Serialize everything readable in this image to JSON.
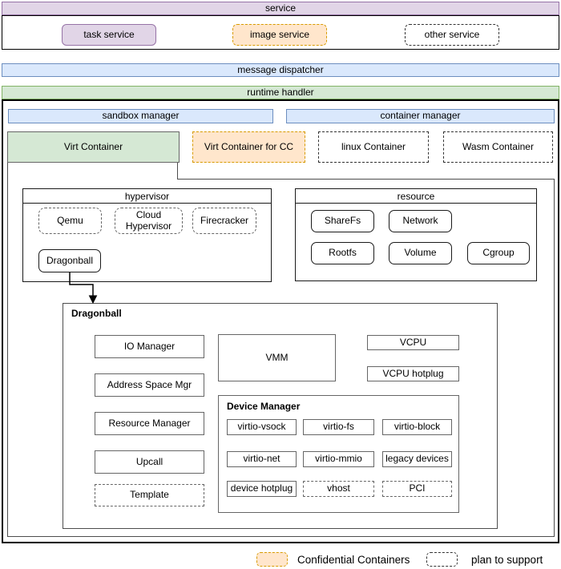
{
  "colors": {
    "purple_fill": "#E1D5E7",
    "purple_stroke": "#9673A6",
    "blue_fill": "#DAE8FC",
    "blue_stroke": "#6C8EBF",
    "green_fill": "#D5E8D4",
    "green_stroke": "#82B366",
    "orange_fill": "#FFE6CC",
    "orange_stroke": "#D79B00"
  },
  "service": {
    "title": "service",
    "task_service": "task service",
    "image_service": "image service",
    "other_service": "other service"
  },
  "message_dispatcher": {
    "label": "message dispatcher"
  },
  "runtime_handler": {
    "title": "runtime handler",
    "sandbox_manager": "sandbox manager",
    "container_manager": "container manager",
    "virt_container": "Virt Container",
    "virt_container_cc": "Virt Container for CC",
    "linux_container": "linux Container",
    "wasm_container": "Wasm Container"
  },
  "hypervisor": {
    "title": "hypervisor",
    "qemu": "Qemu",
    "cloud_hypervisor": "Cloud Hypervisor",
    "firecracker": "Firecracker",
    "dragonball": "Dragonball"
  },
  "resource": {
    "title": "resource",
    "sharefs": "ShareFs",
    "network": "Network",
    "rootfs": "Rootfs",
    "volume": "Volume",
    "cgroup": "Cgroup"
  },
  "dragonball": {
    "title": "Dragonball",
    "io_manager": "IO Manager",
    "address_space_mgr": "Address Space Mgr",
    "resource_manager": "Resource Manager",
    "upcall": "Upcall",
    "template": "Template",
    "vmm": "VMM",
    "vcpu": "VCPU",
    "vcpu_hotplug": "VCPU hotplug",
    "device_manager": {
      "title": "Device Manager",
      "virtio_vsock": "virtio-vsock",
      "virtio_fs": "virtio-fs",
      "virtio_block": "virtio-block",
      "virtio_net": "virtio-net",
      "virtio_mmio": "virtio-mmio",
      "legacy_devices": "legacy devices",
      "device_hotplug": "device hotplug",
      "vhost": "vhost",
      "pci": "PCI"
    }
  },
  "legend": {
    "confidential_containers": "Confidential Containers",
    "plan_to_support": "plan to support"
  }
}
